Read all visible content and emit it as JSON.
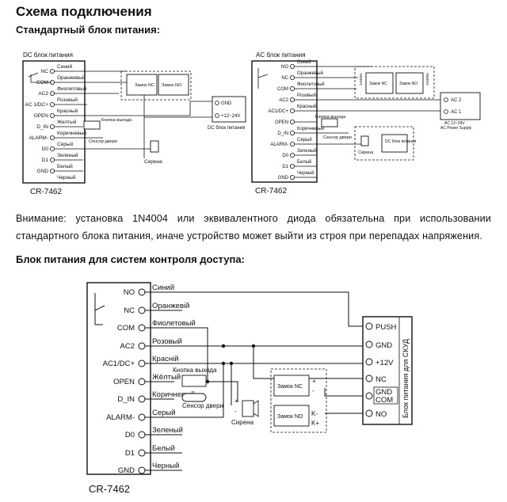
{
  "header": {
    "title": "Схема подключения",
    "standard_subtitle": "Стандартный блок питания:",
    "access_subtitle": "Блок питания для систем контроля доступа:"
  },
  "note_text": "Внимание: установка 1N4004 или эквивалентного диода обязательна при использовании стандартного блока питания, иначе устройство может выйти из строя при перепадах напряжения.",
  "diagram_dc": {
    "psu_caption": "DC блок питания",
    "model": "CR-7462",
    "terminals": [
      "NC",
      "COM",
      "AC2",
      "AC 1/DC+",
      "OPEN",
      "D_IN",
      "ALARM-",
      "D0",
      "D1",
      "GND"
    ],
    "wires": [
      "Синий",
      "Оранжевый",
      "Фиолетовый",
      "Розовый",
      "Красный",
      "Желтый",
      "Коричневый",
      "Серый",
      "Зеленый",
      "Белый",
      "Черный"
    ],
    "lock_nc": "Замок NC",
    "lock_no": "Замок NO",
    "exit_button": "Кнопка выхода",
    "door_sensor": "Сенсор двери",
    "siren": "Сирена",
    "psu_gnd": "GND",
    "psu_plus": "+12~24V",
    "psu_label": "DC блок питания"
  },
  "diagram_ac": {
    "psu_caption": "AC блок питания",
    "model": "CR-7462",
    "terminals": [
      "NO",
      "NC",
      "COM",
      "AC2",
      "AC1/DC+",
      "OPEN",
      "D_IN",
      "ALARM-",
      "D0",
      "D1",
      "GND"
    ],
    "wires": [
      "Синий",
      "Оранжевый",
      "Фиолетовый",
      "Розовый",
      "Красный",
      "Коричневый",
      "Серый",
      "Зеленый",
      "Белый",
      "Черный"
    ],
    "exit_button": "Кнопка выхода",
    "door_sensor": "Сенсор двери",
    "lock_nc": "Замок NC",
    "lock_no": "Замок NO",
    "diode": "1N4004",
    "ac2": "AC 2",
    "ac1": "AC 1",
    "ac_range": "AC 12~24V",
    "ac_supply": "AC Power Supply",
    "siren": "Сирена",
    "dc_psu": "DC блок питания"
  },
  "diagram_access": {
    "model": "CR-7462",
    "terminals": [
      "NO",
      "NC",
      "COM",
      "AC2",
      "AC1/DC+",
      "OPEN",
      "D_IN",
      "ALARM-",
      "D0",
      "D1",
      "GND"
    ],
    "wires": [
      "Синий",
      "Оранжевій",
      "Фиолетовый",
      "Розовый",
      "Красній",
      "Жёлтый",
      "Коричневый",
      "Серый",
      "Зеленый",
      "Белый",
      "Черный"
    ],
    "exit_button": "Кнопка выхода",
    "door_sensor": "Сенсор двери",
    "siren": "Сирена",
    "lock_nc": "Замок NC",
    "lock_no": "Замок NO",
    "plus": "+",
    "minus": "-",
    "k_minus": "K-",
    "k_plus": "K+",
    "psu_terminals": [
      "PUSH",
      "GND",
      "+12V",
      "NC",
      "GND",
      "COM",
      "NO"
    ],
    "psu_label": "Блок питания для СКУД"
  }
}
